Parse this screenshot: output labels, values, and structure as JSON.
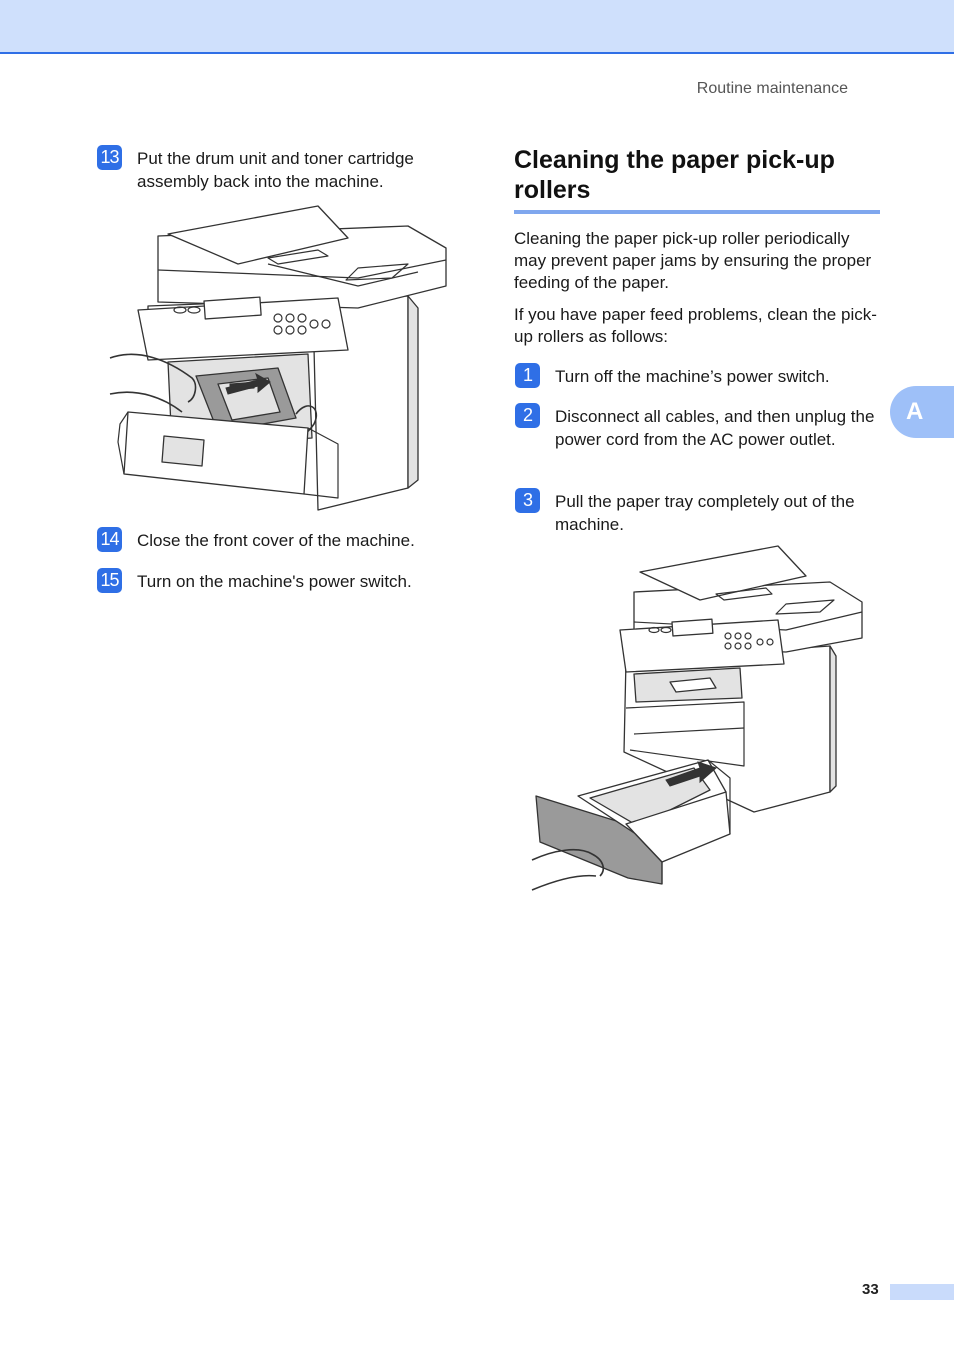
{
  "header": {
    "section": "Routine maintenance"
  },
  "left_steps": [
    {
      "number": "13",
      "text": "Put the drum unit and toner cartridge assembly back into the machine."
    },
    {
      "number": "14",
      "text": "Close the front cover of the machine."
    },
    {
      "number": "15",
      "text": "Turn on the machine's power switch."
    }
  ],
  "section": {
    "title": "Cleaning the paper pick-up rollers",
    "intro": "Cleaning the paper pick-up roller periodically may prevent paper jams by ensuring the proper feeding of the paper.",
    "intro2": "If you have paper feed problems, clean the pick-up rollers as follows:"
  },
  "right_steps": [
    {
      "number": "1",
      "text": "Turn off the machine’s power switch."
    },
    {
      "number": "2",
      "text": "Disconnect all cables, and then unplug the power cord from the AC power outlet."
    },
    {
      "number": "3",
      "text": "Pull the paper tray completely out of the machine."
    }
  ],
  "side_tab": {
    "label": "A"
  },
  "footer": {
    "page_number": "33"
  },
  "colors": {
    "accent": "#2f6fe6",
    "band": "#cfe0fc",
    "tab": "#9ec0f8"
  }
}
